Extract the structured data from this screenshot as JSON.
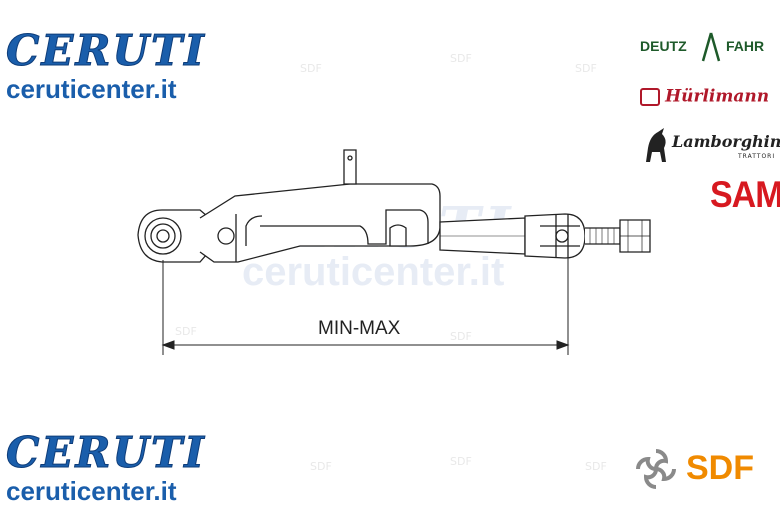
{
  "header_logo": {
    "brand": "CERUTI",
    "site": "ceruticenter.it"
  },
  "footer_logo": {
    "brand": "CERUTI",
    "site": "ceruticenter.it"
  },
  "watermark": {
    "brand": "CERUTI",
    "site": "ceruticenter.it",
    "tag": "SDF"
  },
  "brands": {
    "deutz_fahr": {
      "left": "DEUTZ",
      "right": "FAHR"
    },
    "hurlimann": "Hürlimann",
    "lamborghini": {
      "name": "Lamborghini",
      "sub": "TRATTORI"
    },
    "same": "SAME"
  },
  "sdf_logo": "SDF",
  "diagram": {
    "dimension_label": "MIN-MAX"
  },
  "colors": {
    "brand_blue": "#1a5eab",
    "hurlimann_red": "#b0182a",
    "same_red": "#d71920",
    "sdf_gray": "#8a8a8a",
    "sdf_orange": "#f08a00",
    "deutz_green": "#5a9e1f"
  }
}
